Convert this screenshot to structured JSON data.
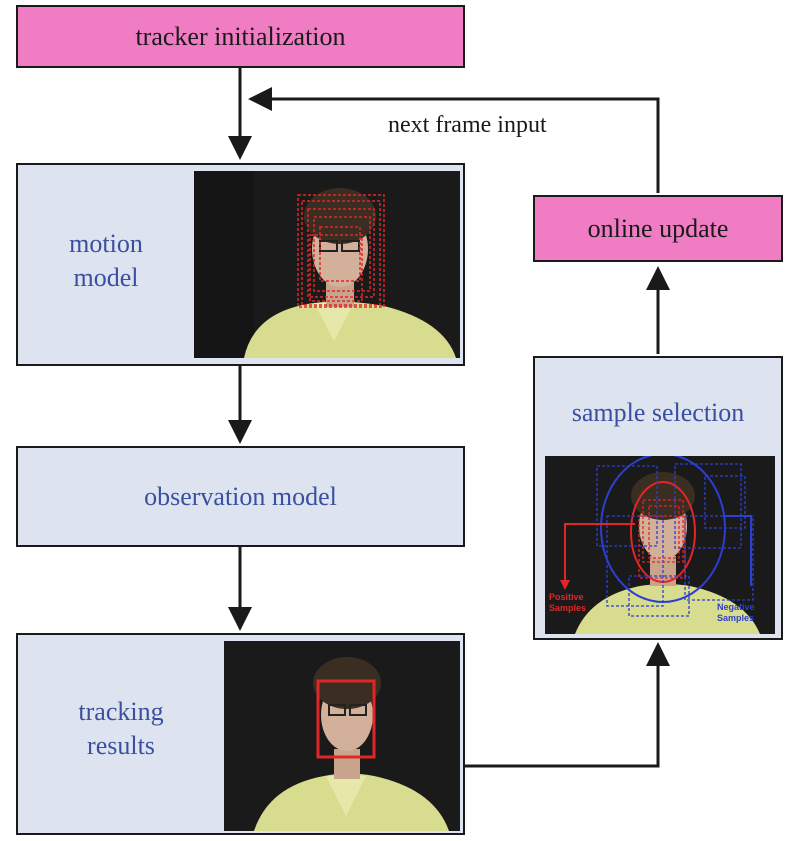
{
  "init": {
    "label": "tracker initialization"
  },
  "loop": {
    "label": "next frame input"
  },
  "motion": {
    "line1": "motion",
    "line2": "model"
  },
  "observation": {
    "label": "observation model"
  },
  "tracking": {
    "line1": "tracking",
    "line2": "results"
  },
  "update": {
    "label": "online update"
  },
  "selection": {
    "label": "sample selection",
    "positive_label": "Positive Samples",
    "negative_label": "Negative Samples"
  },
  "colors": {
    "pink": "#f07cc4",
    "panel": "#dde4f0",
    "label_blue": "#3a4fa0"
  }
}
